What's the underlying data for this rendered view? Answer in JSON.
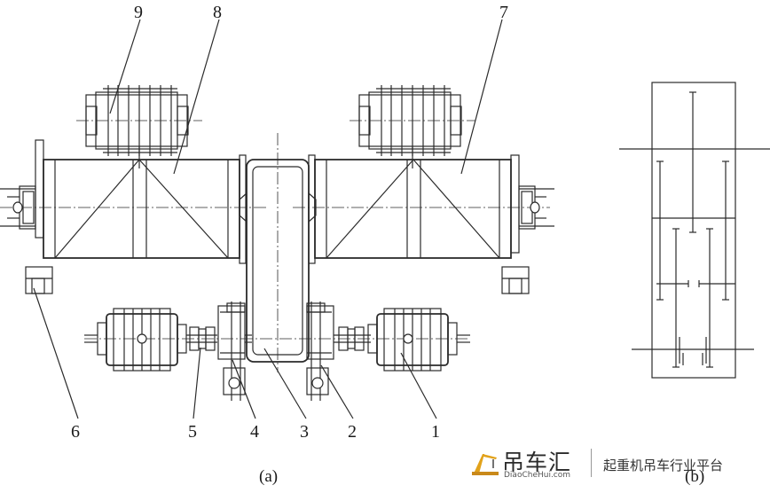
{
  "labels": {
    "l1": "1",
    "l2": "2",
    "l3": "3",
    "l4": "4",
    "l5": "5",
    "l6": "6",
    "l7": "7",
    "l8": "8",
    "l9": "9"
  },
  "captions": {
    "a": "(a)",
    "b": "(b)"
  },
  "watermark": {
    "brand_cn": "吊车汇",
    "brand_en": "DiaoCheHui.com",
    "slogan": "起重机吊车行业平台"
  },
  "colors": {
    "line": "#2b2b2b",
    "background": "#ffffff"
  },
  "icons": {
    "logo": "crane-logo-icon"
  }
}
